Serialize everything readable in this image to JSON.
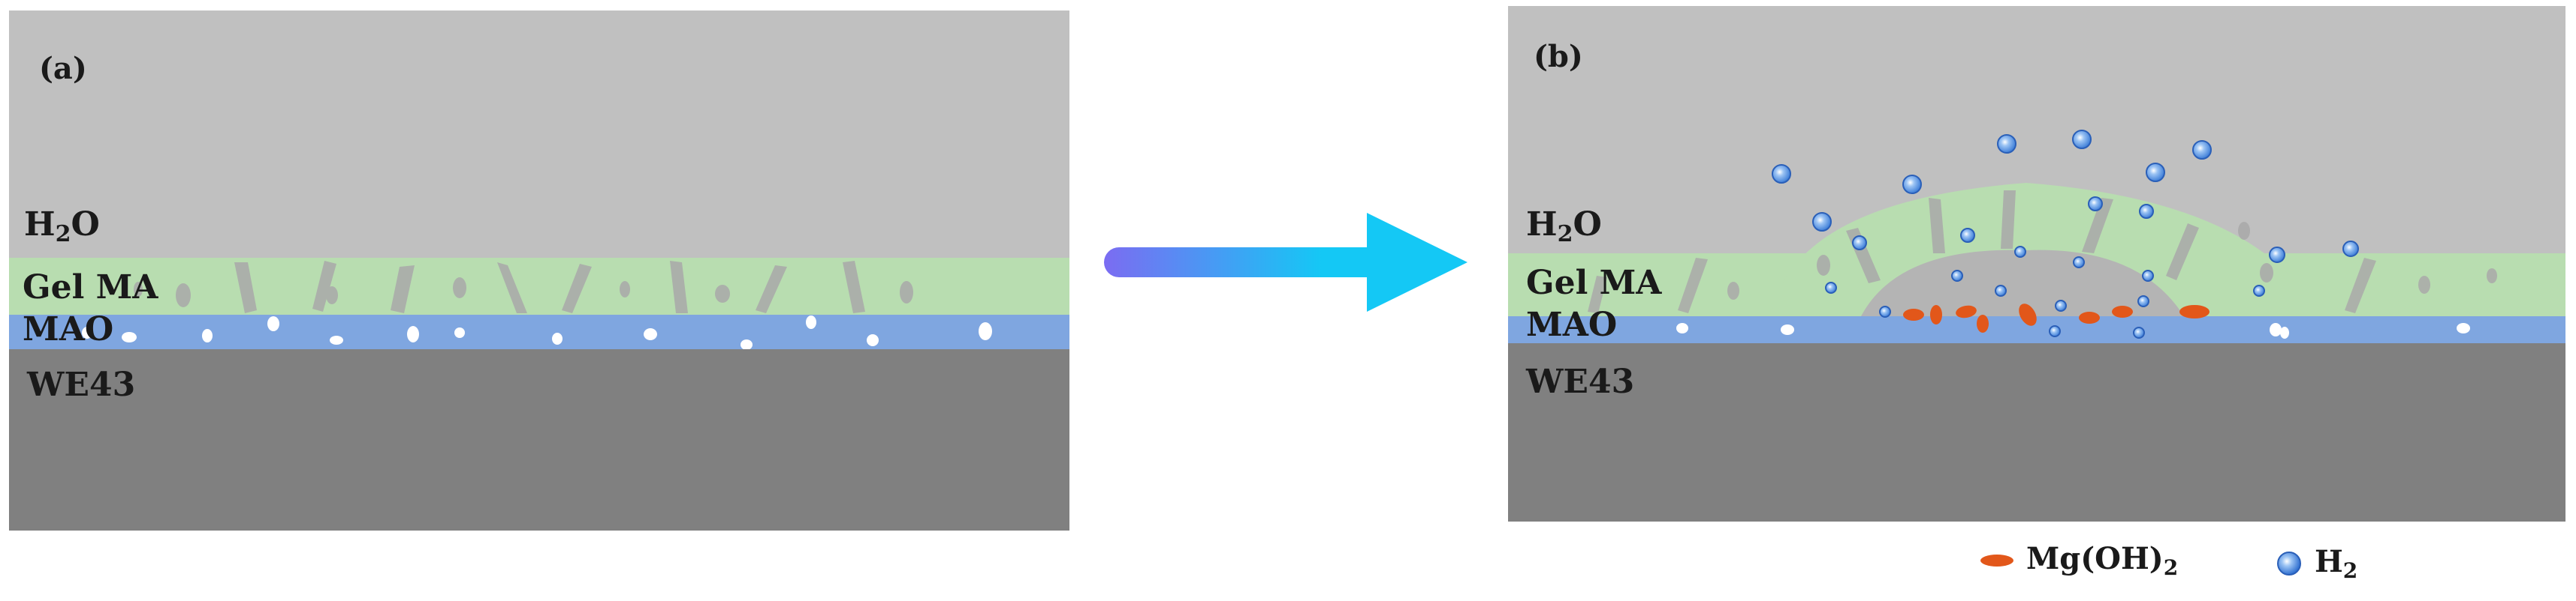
{
  "panel_a": {
    "letter": "(a)",
    "layers": {
      "water": "H₂O",
      "gel": "Gel MA",
      "coating": "MAO",
      "substrate": "WE43"
    }
  },
  "panel_b": {
    "letter": "(b)",
    "layers": {
      "water": "H₂O",
      "gel": "Gel MA",
      "coating": "MAO",
      "substrate": "WE43"
    }
  },
  "legend": {
    "mgoh2": "Mg(OH)₂",
    "h2": "H₂"
  },
  "colors": {
    "water": "#c0c0c0",
    "gel": "#b8ddb0",
    "mao": "#7fa6e0",
    "substrate": "#808080",
    "mg_oh2": "#e2571a",
    "h2_bubble": "#3f7fd8",
    "arrow_start": "#7b6cf2",
    "arrow_end": "#14c8f5"
  },
  "icons": {
    "arrow": "right-arrow-icon",
    "mgoh2": "mg-oh2-particle-icon",
    "h2": "h2-bubble-icon"
  }
}
